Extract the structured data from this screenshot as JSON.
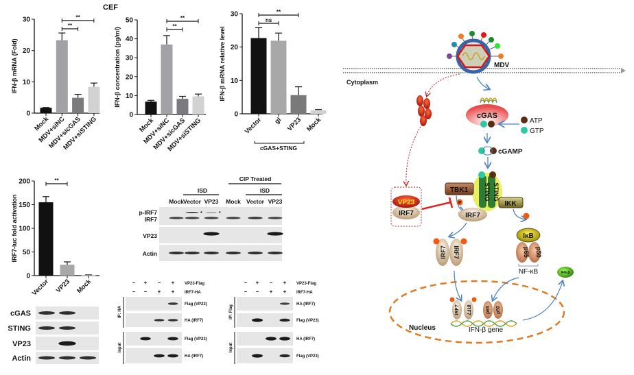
{
  "figure_heading": "CEF",
  "chart_data": [
    {
      "type": "bar",
      "title": "",
      "ylabel": "IFN-β mRNA (Fold)",
      "xlabel": "",
      "ylim": [
        0,
        30
      ],
      "yticks": [
        0,
        10,
        20,
        30
      ],
      "categories": [
        "Mock",
        "MDV+siNC",
        "MDV+sicGAS",
        "MDV+siSTING"
      ],
      "values": [
        1.7,
        23.3,
        4.9,
        8.4
      ],
      "errors": [
        0.1,
        2.3,
        1.1,
        1.2
      ],
      "colors": [
        "#111111",
        "#a2a2a6",
        "#7b7b7f",
        "#d2d2d2"
      ],
      "significance": [
        {
          "from": 1,
          "to": 2,
          "label": "**"
        },
        {
          "from": 1,
          "to": 3,
          "label": "**"
        }
      ]
    },
    {
      "type": "bar",
      "title": "",
      "ylabel": "IFN-β concentration (pg/ml)",
      "xlabel": "",
      "ylim": [
        0,
        50
      ],
      "yticks": [
        0,
        10,
        20,
        30,
        40,
        50
      ],
      "categories": [
        "Mock",
        "MDV+siNC",
        "MDV+sicGAS",
        "MDV+siSTING"
      ],
      "values": [
        6.8,
        37.0,
        8.3,
        9.6
      ],
      "errors": [
        0.7,
        4.7,
        1.3,
        1.2
      ],
      "colors": [
        "#111111",
        "#a2a2a6",
        "#7b7b7f",
        "#d2d2d2"
      ],
      "significance": [
        {
          "from": 1,
          "to": 2,
          "label": "**"
        },
        {
          "from": 1,
          "to": 3,
          "label": "**"
        }
      ]
    },
    {
      "type": "bar",
      "title": "",
      "ylabel": "IFN-β mRNA relative level",
      "xlabel": "",
      "ylim": [
        0,
        30
      ],
      "yticks": [
        0,
        10,
        20,
        30
      ],
      "categories": [
        "Vector",
        "gI",
        "VP23",
        "Mock"
      ],
      "values": [
        22.7,
        21.9,
        5.6,
        1.1
      ],
      "errors": [
        3.1,
        2.3,
        2.5,
        0.2
      ],
      "colors": [
        "#111111",
        "#a8a8a8",
        "#7a7a7a",
        "#d2d2d2"
      ],
      "group_label": "cGAS+STING",
      "significance": [
        {
          "from": 0,
          "to": 1,
          "label": "ns"
        },
        {
          "from": 0,
          "to": 2,
          "label": "**"
        }
      ]
    },
    {
      "type": "bar",
      "title": "",
      "ylabel": "IRF7-luc fold activation",
      "xlabel": "",
      "ylim": [
        0,
        200
      ],
      "yticks": [
        0,
        50,
        100,
        150,
        200
      ],
      "categories": [
        "Vector",
        "VP23",
        "Mock"
      ],
      "values": [
        155,
        23,
        1
      ],
      "errors": [
        12,
        6,
        0.5
      ],
      "colors": [
        "#111111",
        "#a8a8a8",
        "#d2d2d2"
      ],
      "significance": [
        {
          "from": 0,
          "to": 1,
          "label": "**"
        }
      ]
    }
  ],
  "blots": {
    "lower_left": {
      "rows": [
        {
          "label": "cGAS",
          "bands": [
            1,
            1,
            0
          ]
        },
        {
          "label": "STING",
          "bands": [
            1,
            1,
            0
          ]
        },
        {
          "label": "VP23",
          "bands": [
            0,
            1.3,
            0
          ]
        },
        {
          "label": "Actin",
          "bands": [
            1,
            1,
            1
          ]
        }
      ]
    },
    "isd": {
      "group_labels": [
        "ISD",
        "CIP Treated",
        "ISD"
      ],
      "lanes": [
        "Mock",
        "Vector",
        "VP23",
        "Mock",
        "Vector",
        "VP23"
      ],
      "rows": [
        {
          "label": "p-IRF7\nIRF7",
          "label_top": "p-IRF7",
          "label_bottom": "IRF7",
          "bands": [
            0.8,
            0.8,
            0.8,
            0.8,
            0.9,
            0.8
          ],
          "upper_bands": [
            0,
            0.7,
            0.3,
            0,
            0,
            0
          ]
        },
        {
          "label": "VP23",
          "bands": [
            0,
            0,
            1.3,
            0,
            0,
            1.3
          ]
        },
        {
          "label": "Actin",
          "bands": [
            1,
            1,
            1,
            1,
            1,
            1
          ]
        }
      ],
      "marker": "*"
    },
    "ip_ha": {
      "conditions": [
        {
          "label": "VP23-Flag",
          "signs": [
            "−",
            "+",
            "−",
            "+"
          ]
        },
        {
          "label": "IRF7-HA",
          "signs": [
            "−",
            "−",
            "+",
            "+"
          ]
        }
      ],
      "section_labels": [
        "IP: HA",
        "Input"
      ],
      "rows": [
        {
          "label": "Flag (VP23)",
          "bands": [
            0,
            0,
            0,
            0.9
          ]
        },
        {
          "label": "HA (IRF7)",
          "bands": [
            0,
            0,
            0.9,
            0.9
          ]
        },
        {
          "label": "Flag (VP23)",
          "bands": [
            0,
            1.2,
            0,
            1.2
          ]
        },
        {
          "label": "HA (IRF7)",
          "bands": [
            0,
            0,
            1.2,
            1.2
          ]
        }
      ]
    },
    "ip_flag": {
      "conditions": [
        {
          "label": "VP23-Flag",
          "signs": [
            "−",
            "+",
            "−",
            "+"
          ]
        },
        {
          "label": "IRF7-HA",
          "signs": [
            "−",
            "−",
            "+",
            "+"
          ]
        }
      ],
      "section_labels": [
        "IP: Flag",
        "Input"
      ],
      "rows": [
        {
          "label": "HA (IRF7)",
          "bands": [
            0,
            0,
            0,
            0.8
          ]
        },
        {
          "label": "Flag (VP23)",
          "bands": [
            0,
            1.3,
            0,
            1.1
          ]
        },
        {
          "label": "HA (IRF7)",
          "bands": [
            0,
            0,
            1.3,
            1.3
          ]
        },
        {
          "label": "Flag (VP23)",
          "bands": [
            0,
            1.3,
            0,
            1.1
          ]
        }
      ]
    }
  },
  "diagram": {
    "virus": "MDV",
    "cytoplasm": "Cytoplasm",
    "cgas": "cGAS",
    "atp": "ATP",
    "gtp": "GTP",
    "cgamp": "cGAMP",
    "sting": "STING",
    "tbk1": "TBK1",
    "ikk": "IKK",
    "vp23": "VP23",
    "irf7": "IRF7",
    "ikb": "IκB",
    "p65": "p65",
    "p50": "p50",
    "nfkb": "NF-κB",
    "ifnb": "IFN-β",
    "phospho": "P",
    "nucleus": "Nucleus",
    "gene": "IFN-β gene",
    "colors": {
      "arrow": "#4a7fc1",
      "inhibition": "#e02020",
      "nucleus": "#e07b24",
      "virus_ring": "#3a64a8",
      "cgas": "#e84a4a",
      "sting": "#2e7d32"
    }
  }
}
